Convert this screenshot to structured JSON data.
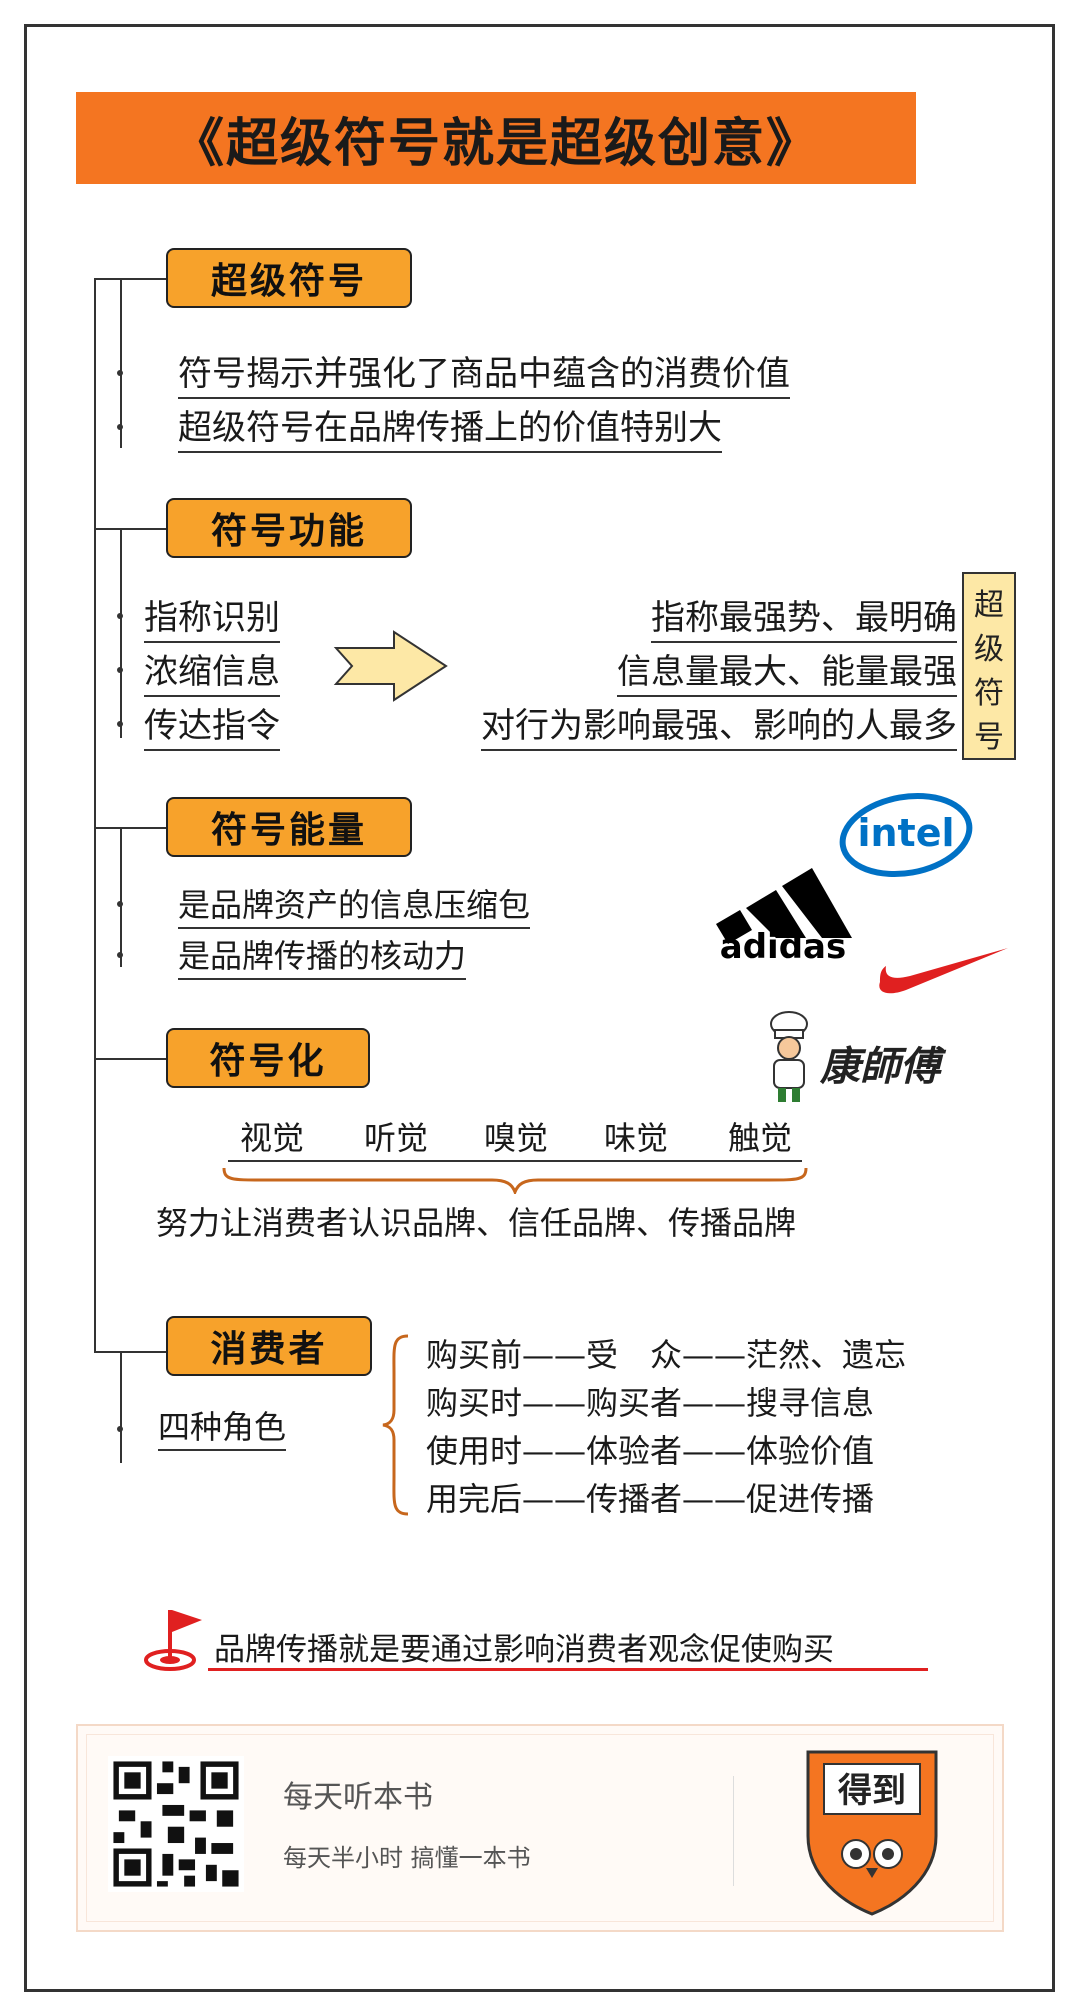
{
  "title": "《超级符号就是超级创意》",
  "sections": {
    "s1": {
      "tag": "超级符号",
      "lines": [
        "符号揭示并强化了商品中蕴含的消费价值",
        "超级符号在品牌传播上的价值特别大"
      ]
    },
    "s2": {
      "tag": "符号功能",
      "left": [
        "指称识别",
        "浓缩信息",
        "传达指令"
      ],
      "right": [
        "指称最强势、最明确",
        "信息量最大、能量最强",
        "对行为影响最强、影响的人最多"
      ],
      "box": [
        "超",
        "级",
        "符",
        "号"
      ]
    },
    "s3": {
      "tag": "符号能量",
      "lines": [
        "是品牌资产的信息压缩包",
        "是品牌传播的核动力"
      ],
      "logos": {
        "intel": "intel",
        "adidas": "adidas",
        "kangshifu": "康師傅"
      }
    },
    "s4": {
      "tag": "符号化",
      "senses": [
        "视觉",
        "听觉",
        "嗅觉",
        "味觉",
        "触觉"
      ],
      "summary": "努力让消费者认识品牌、信任品牌、传播品牌"
    },
    "s5": {
      "tag": "消费者",
      "label": "四种角色",
      "roles": [
        "购买前——受　众——茫然、遗忘",
        "购买时——购买者——搜寻信息",
        "使用时——体验者——体验价值",
        "用完后——传播者——促进传播"
      ]
    }
  },
  "conclusion": "品牌传播就是要通过影响消费者观念促使购买",
  "footer": {
    "title": "每天听本书",
    "subtitle": "每天半小时  搞懂一本书",
    "badge": "得到"
  },
  "colors": {
    "orange": "#f47521",
    "tag": "#f7a22b",
    "box": "#fde8a6",
    "red": "#e02020",
    "intel": "#0071c5"
  }
}
